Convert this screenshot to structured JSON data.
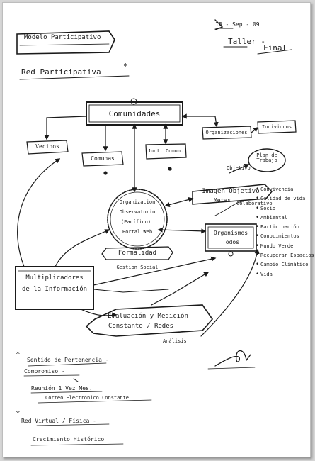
{
  "header": {
    "tag": "Modelo Participativo",
    "date": "18 - Sep - 09",
    "title_line1": "Taller -",
    "title_line2": "Final",
    "subtitle": "Red Participativa",
    "asterisk": "*"
  },
  "nodes": {
    "comunidades": "Comunidades",
    "vecinos": "Vecinos",
    "comunas": "Comunas",
    "juntas": "Junt. Comun.",
    "organizaciones": "Organizaciones",
    "individuos": "Individuos",
    "plan": "Plan de Trabajo",
    "objetivo": "Objetivo",
    "imagen_line1": "Imagen Objetivo",
    "imagen_line2": "Metas",
    "imagen_note": "Colaborativo",
    "organismos": "Organismos",
    "todos": "Todos",
    "center_1": "Organizacion",
    "center_2": "Observatorio",
    "center_3": "(Pacífico)",
    "center_4": "Portal Web",
    "formalidad": "Formalidad",
    "gestion": "Gestion Social",
    "multiplicadores_line1": "Multiplicadores",
    "multiplicadores_line2": "de la Información",
    "evaluacion_line1": "Evaluación y Medición",
    "evaluacion_line2": "Constante / Redes",
    "analisis": "Análisis"
  },
  "objectives": [
    "Convivencia",
    "Calidad de vida",
    "Socio",
    "Ambiental",
    "Participación",
    "Conocimientos",
    "Mundo Verde",
    "Recuperar Espacios",
    "Cambio Climático",
    "Vida"
  ],
  "notes": {
    "sentido": "Sentido de Pertenencia -",
    "compromiso": "Compromiso -",
    "reunion": "Reunión 1 Vez Mes.",
    "correo": "Correo Electrónico Constante",
    "red": "Red Virtual / Física -",
    "crecimiento": "Crecimiento Histórico",
    "asterisk1": "*",
    "asterisk2": "*"
  },
  "colors": {
    "ink": "#1a1a1a",
    "paper": "#ffffff",
    "frame": "#d6d6d6"
  }
}
